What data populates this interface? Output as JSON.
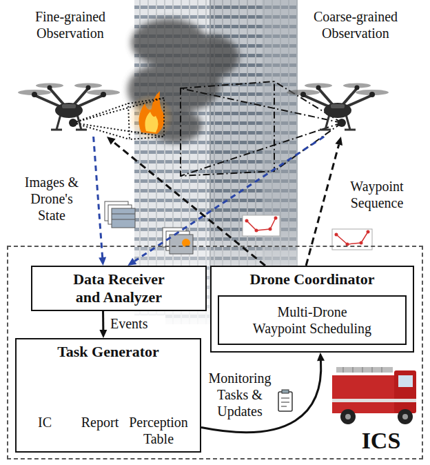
{
  "diagram": {
    "nodes": [
      {
        "text": [
          "Fine-grained Observation"
        ]
      },
      {
        "text": [
          "Coarse-grained Observation"
        ]
      },
      {
        "text": [
          "ICS"
        ]
      },
      {
        "text": [
          "Data Receiver and Analyzer"
        ],
        "in": 2
      },
      {
        "text": [
          "Drone Coordinator"
        ],
        "in": 2
      },
      {
        "text": [
          "Multi-Drone Waypoint Scheduling"
        ],
        "in": 4
      },
      {
        "text": [
          "Task Generator",
          "IC",
          "Report",
          "Perception Table"
        ],
        "in": 2
      }
    ],
    "edges": [
      {
        "from": 0,
        "to": 3,
        "arrow": "to",
        "label": "Images & Drone's State"
      },
      {
        "from": 1,
        "to": 3,
        "arrow": "to"
      },
      {
        "from": 4,
        "to": 0,
        "arrow": "to"
      },
      {
        "from": 4,
        "to": 1,
        "arrow": "to",
        "label": "Waypoint Sequence"
      },
      {
        "from": 3,
        "to": 6,
        "arrow": "to",
        "label": "Events"
      },
      {
        "from": 6,
        "to": 4,
        "arrow": "to",
        "label": "Monitoring Tasks & Updates"
      }
    ]
  }
}
